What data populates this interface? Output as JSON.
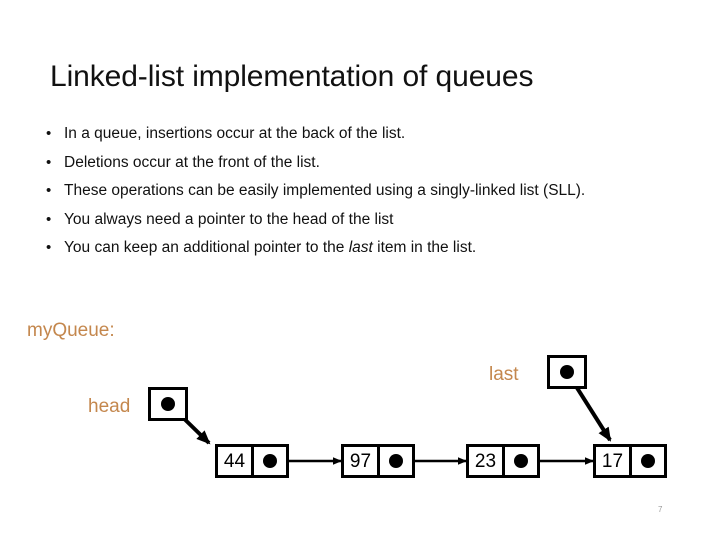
{
  "slide": {
    "title": "Linked-list implementation of queues",
    "bullet_marker": "•",
    "bullets": [
      {
        "pre": "In a queue, insertions occur at the back  of the list.",
        "em": "",
        "post": ""
      },
      {
        "pre": "Deletions occur at the front of the list.",
        "em": "",
        "post": ""
      },
      {
        "pre": "These operations can be easily implemented using a singly-linked list (SLL).",
        "em": "",
        "post": ""
      },
      {
        "pre": "You always need a pointer to the head of the list",
        "em": "",
        "post": ""
      },
      {
        "pre": "You can keep an additional pointer to the ",
        "em": "last",
        "post": " item in the list."
      }
    ],
    "page_marker": "7"
  },
  "diagram": {
    "structure_label": "myQueue:",
    "head_label": "head",
    "last_label": "last",
    "pointer_color": "#c4874d",
    "line_color": "#000000",
    "nodes": [
      {
        "value": "44"
      },
      {
        "value": "97"
      },
      {
        "value": "23"
      },
      {
        "value": "17"
      }
    ],
    "head_points_to": "44",
    "last_points_to": "17"
  }
}
